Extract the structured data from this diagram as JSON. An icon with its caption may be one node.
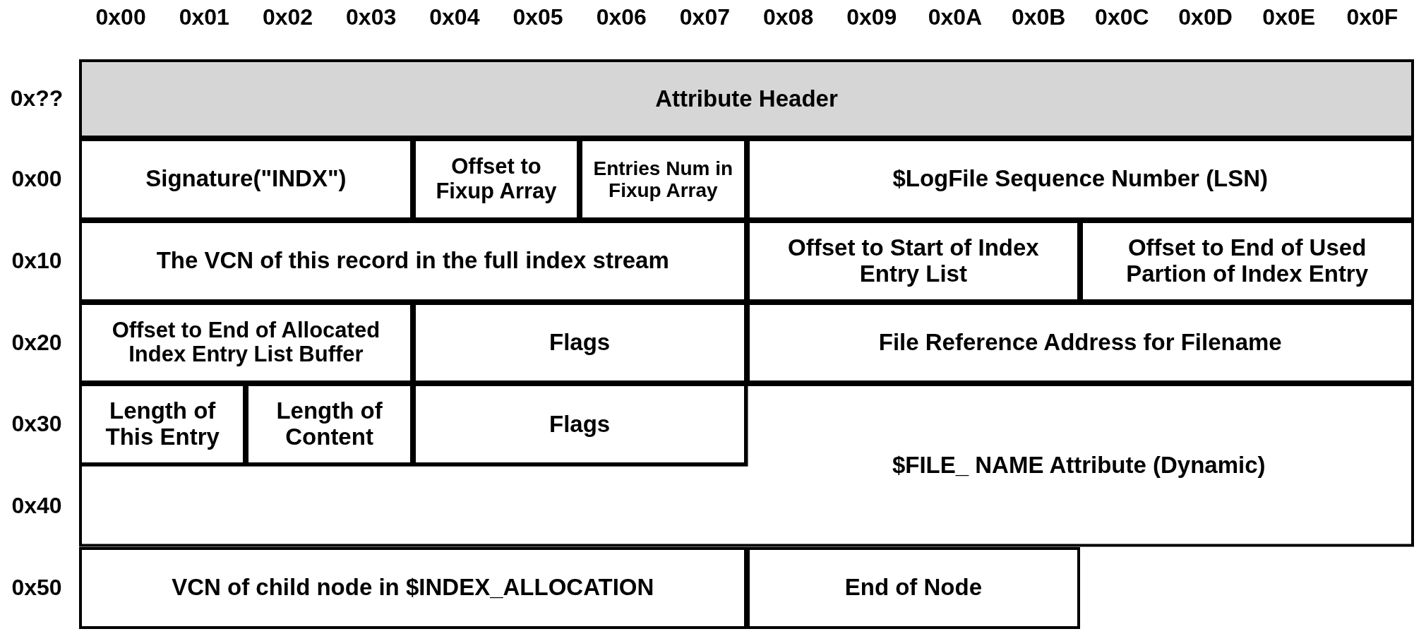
{
  "diagram": {
    "nodes": [
      {
        "text": [
          "Attribute Header"
        ]
      },
      {
        "text": [
          "Signature(\"INDX\")"
        ]
      },
      {
        "text": [
          "Offset to Fixup Array"
        ]
      },
      {
        "text": [
          "Entries Num in Fixup Array"
        ]
      },
      {
        "text": [
          "$LogFile Sequence Number (LSN)"
        ]
      },
      {
        "text": [
          "The VCN of this record in the full index stream"
        ]
      },
      {
        "text": [
          "Offset to Start of Index Entry List"
        ]
      },
      {
        "text": [
          "Offset to End of Used Partion of Index Entry"
        ]
      },
      {
        "text": [
          "Offset to End of Allocated Index Entry List Buffer"
        ]
      },
      {
        "text": [
          "Flags"
        ]
      },
      {
        "text": [
          "File Reference Address for Filename"
        ]
      },
      {
        "text": [
          "Length of This Entry"
        ]
      },
      {
        "text": [
          "Length of Content"
        ]
      },
      {
        "text": [
          "Flags"
        ]
      },
      {
        "text": [
          "$FILE_ NAME Attribute (Dynamic)"
        ]
      },
      {
        "text": [
          "VCN of child node in $INDEX_ALLOCATION"
        ]
      },
      {
        "text": [
          "End of Node"
        ]
      }
    ],
    "labels": [
      "0x00",
      "0x01",
      "0x02",
      "0x03",
      "0x04",
      "0x05",
      "0x06",
      "0x07",
      "0x08",
      "0x09",
      "0x0A",
      "0x0B",
      "0x0C",
      "0x0D",
      "0x0E",
      "0x0F",
      "0x??",
      "0x00",
      "0x10",
      "0x20",
      "0x30",
      "0x40",
      "0x50"
    ]
  }
}
